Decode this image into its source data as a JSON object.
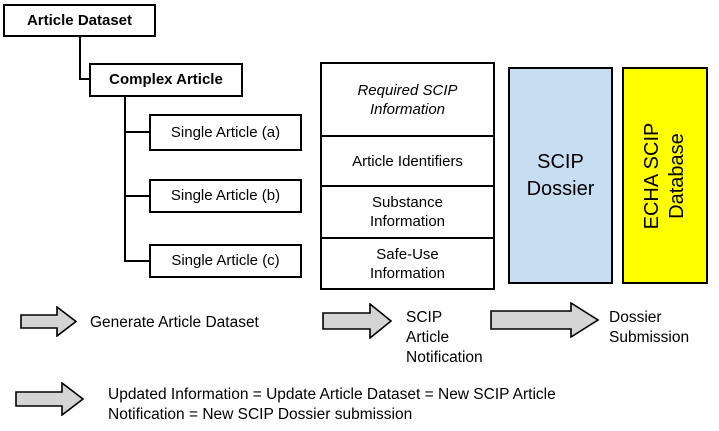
{
  "tree": {
    "root_label": "Article Dataset",
    "parent_label": "Complex Article",
    "children": [
      "Single Article (a)",
      "Single Article (b)",
      "Single Article (c)"
    ]
  },
  "info_table": {
    "header": "Required SCIP\nInformation",
    "rows": [
      "Article Identifiers",
      "Substance\nInformation",
      "Safe-Use\nInformation"
    ]
  },
  "dossier": {
    "label": "SCIP\nDossier",
    "fill": "#C6DDF2"
  },
  "database": {
    "label": "ECHA SCIP\nDatabase",
    "fill": "#FFFF00"
  },
  "arrow_fill": "#D4D4D4",
  "flow_labels": {
    "step1": "Generate Article Dataset",
    "step2": "SCIP\nArticle\nNotification",
    "step3": "Dossier\nSubmission",
    "update_note": "Updated Information = Update Article Dataset = New SCIP Article\nNotification = New SCIP Dossier submission"
  }
}
